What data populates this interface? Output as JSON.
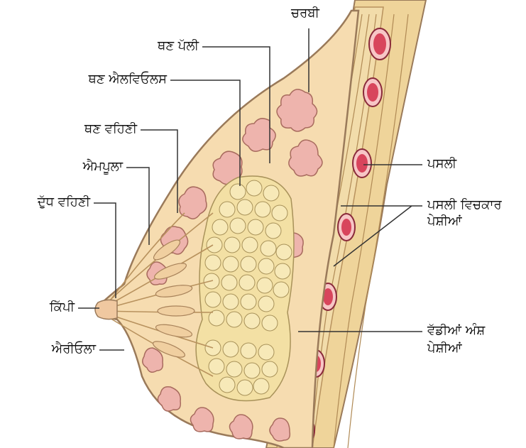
{
  "labels": {
    "fat": "ਚਰਬੀ",
    "lobule": "ਥਣ ਪੱਲੀ",
    "alveoli": "ਥਣ ਐਲਵਿਓਲਸ",
    "lactiferous_duct": "ਥਣ ਵਹਿਣੀ",
    "ampulla": "ਐਮਪੂਲਾ",
    "milk_duct": "ਦੁੱਧ ਵਹਿਣੀ",
    "nipple": "ਕਿੱਪੀ",
    "areola": "ਐਰੀਓਲਾ",
    "rib": "ਪਸਲੀ",
    "intercostal_muscles_1": "ਪਸਲੀ ਵਿਚਕਾਰ",
    "intercostal_muscles_2": "ਪੇਸ਼ੀਆਂ",
    "pectoral_muscles_1": "ਵੱਡੀਆਂ ਅੰਸ਼",
    "pectoral_muscles_2": "ਪੇਸ਼ੀਆਂ"
  },
  "colors": {
    "skin_outline": "#9a7a5a",
    "tissue": "#f6dcb0",
    "fat": "#eeb4ad",
    "glands": "#f3e0a4",
    "muscle": "#e8c98a",
    "rib": "#d8455c",
    "leader": "#333333"
  }
}
